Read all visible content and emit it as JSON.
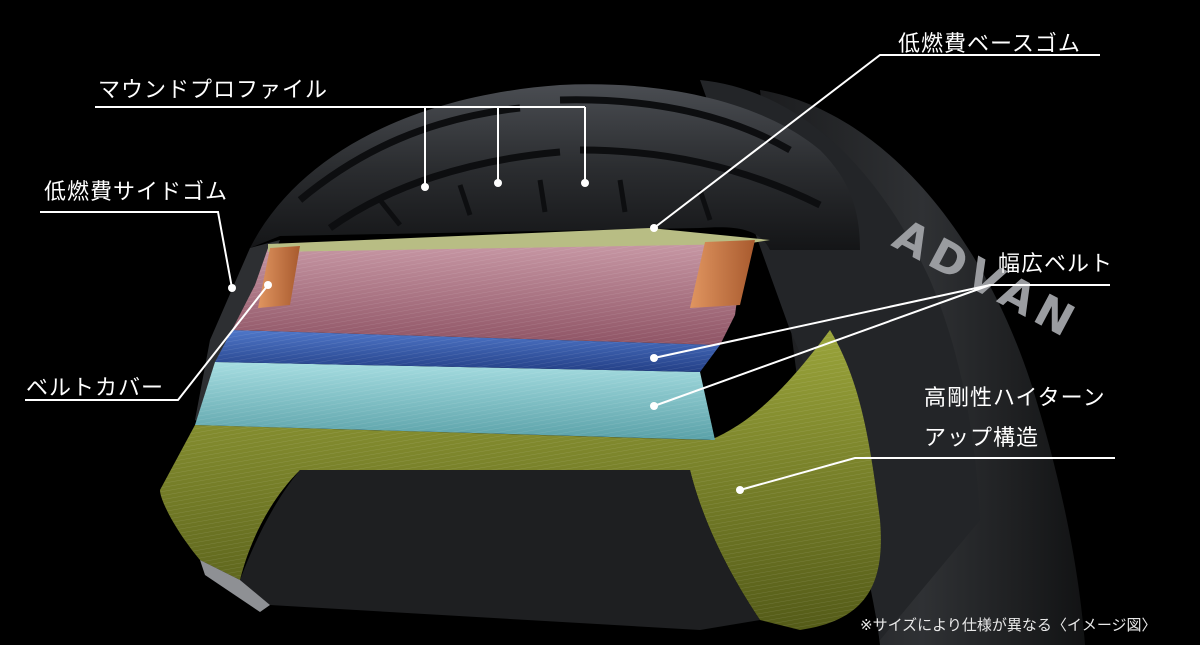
{
  "labels": {
    "mound_profile": "マウンドプロファイル",
    "low_fuel_base_rubber": "低燃費ベースゴム",
    "low_fuel_side_rubber": "低燃費サイドゴム",
    "wide_belt": "幅広ベルト",
    "belt_cover": "ベルトカバー",
    "high_rigidity_line1": "高剛性ハイターン",
    "high_rigidity_line2": "アップ構造"
  },
  "brand_sidewall_text": "ADVAN",
  "footnote": "※サイズにより仕様が異なる〈イメージ図〉",
  "colors": {
    "background": "#000000",
    "tread": "#2b2d30",
    "tread_dark": "#15171a",
    "belt_pink": "#b87a8c",
    "belt_blue": "#3f63b5",
    "belt_cyan": "#86c9cf",
    "carcass_olive": "#7f8a2c",
    "belt_cover_orange": "#cc7a46",
    "leader_line": "#ffffff"
  }
}
